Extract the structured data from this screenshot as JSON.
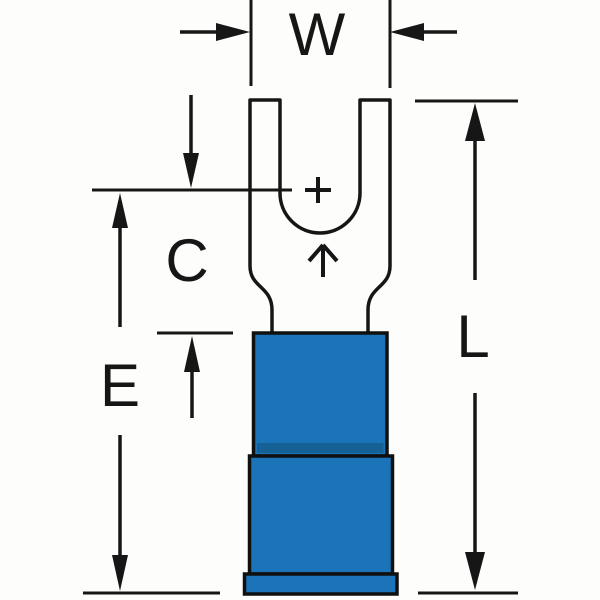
{
  "diagram": {
    "kind": "technical-dimension-drawing",
    "subject": "insulated fork (spade) terminal, front view",
    "colors": {
      "background": "#fdfdfb",
      "line": "#161616",
      "metal_fill": "#fdfdfb",
      "insulation_fill": "#1b74b8",
      "insulation_shade": "#156095"
    },
    "dimension_labels": {
      "fork_width": "W",
      "stud_center_to_insulation": "C",
      "insulation_to_wire_end": "E",
      "overall_length": "L"
    },
    "markers": {
      "stud_center": "+",
      "slot_bottom_pointer": "up-arrow-icon"
    }
  }
}
